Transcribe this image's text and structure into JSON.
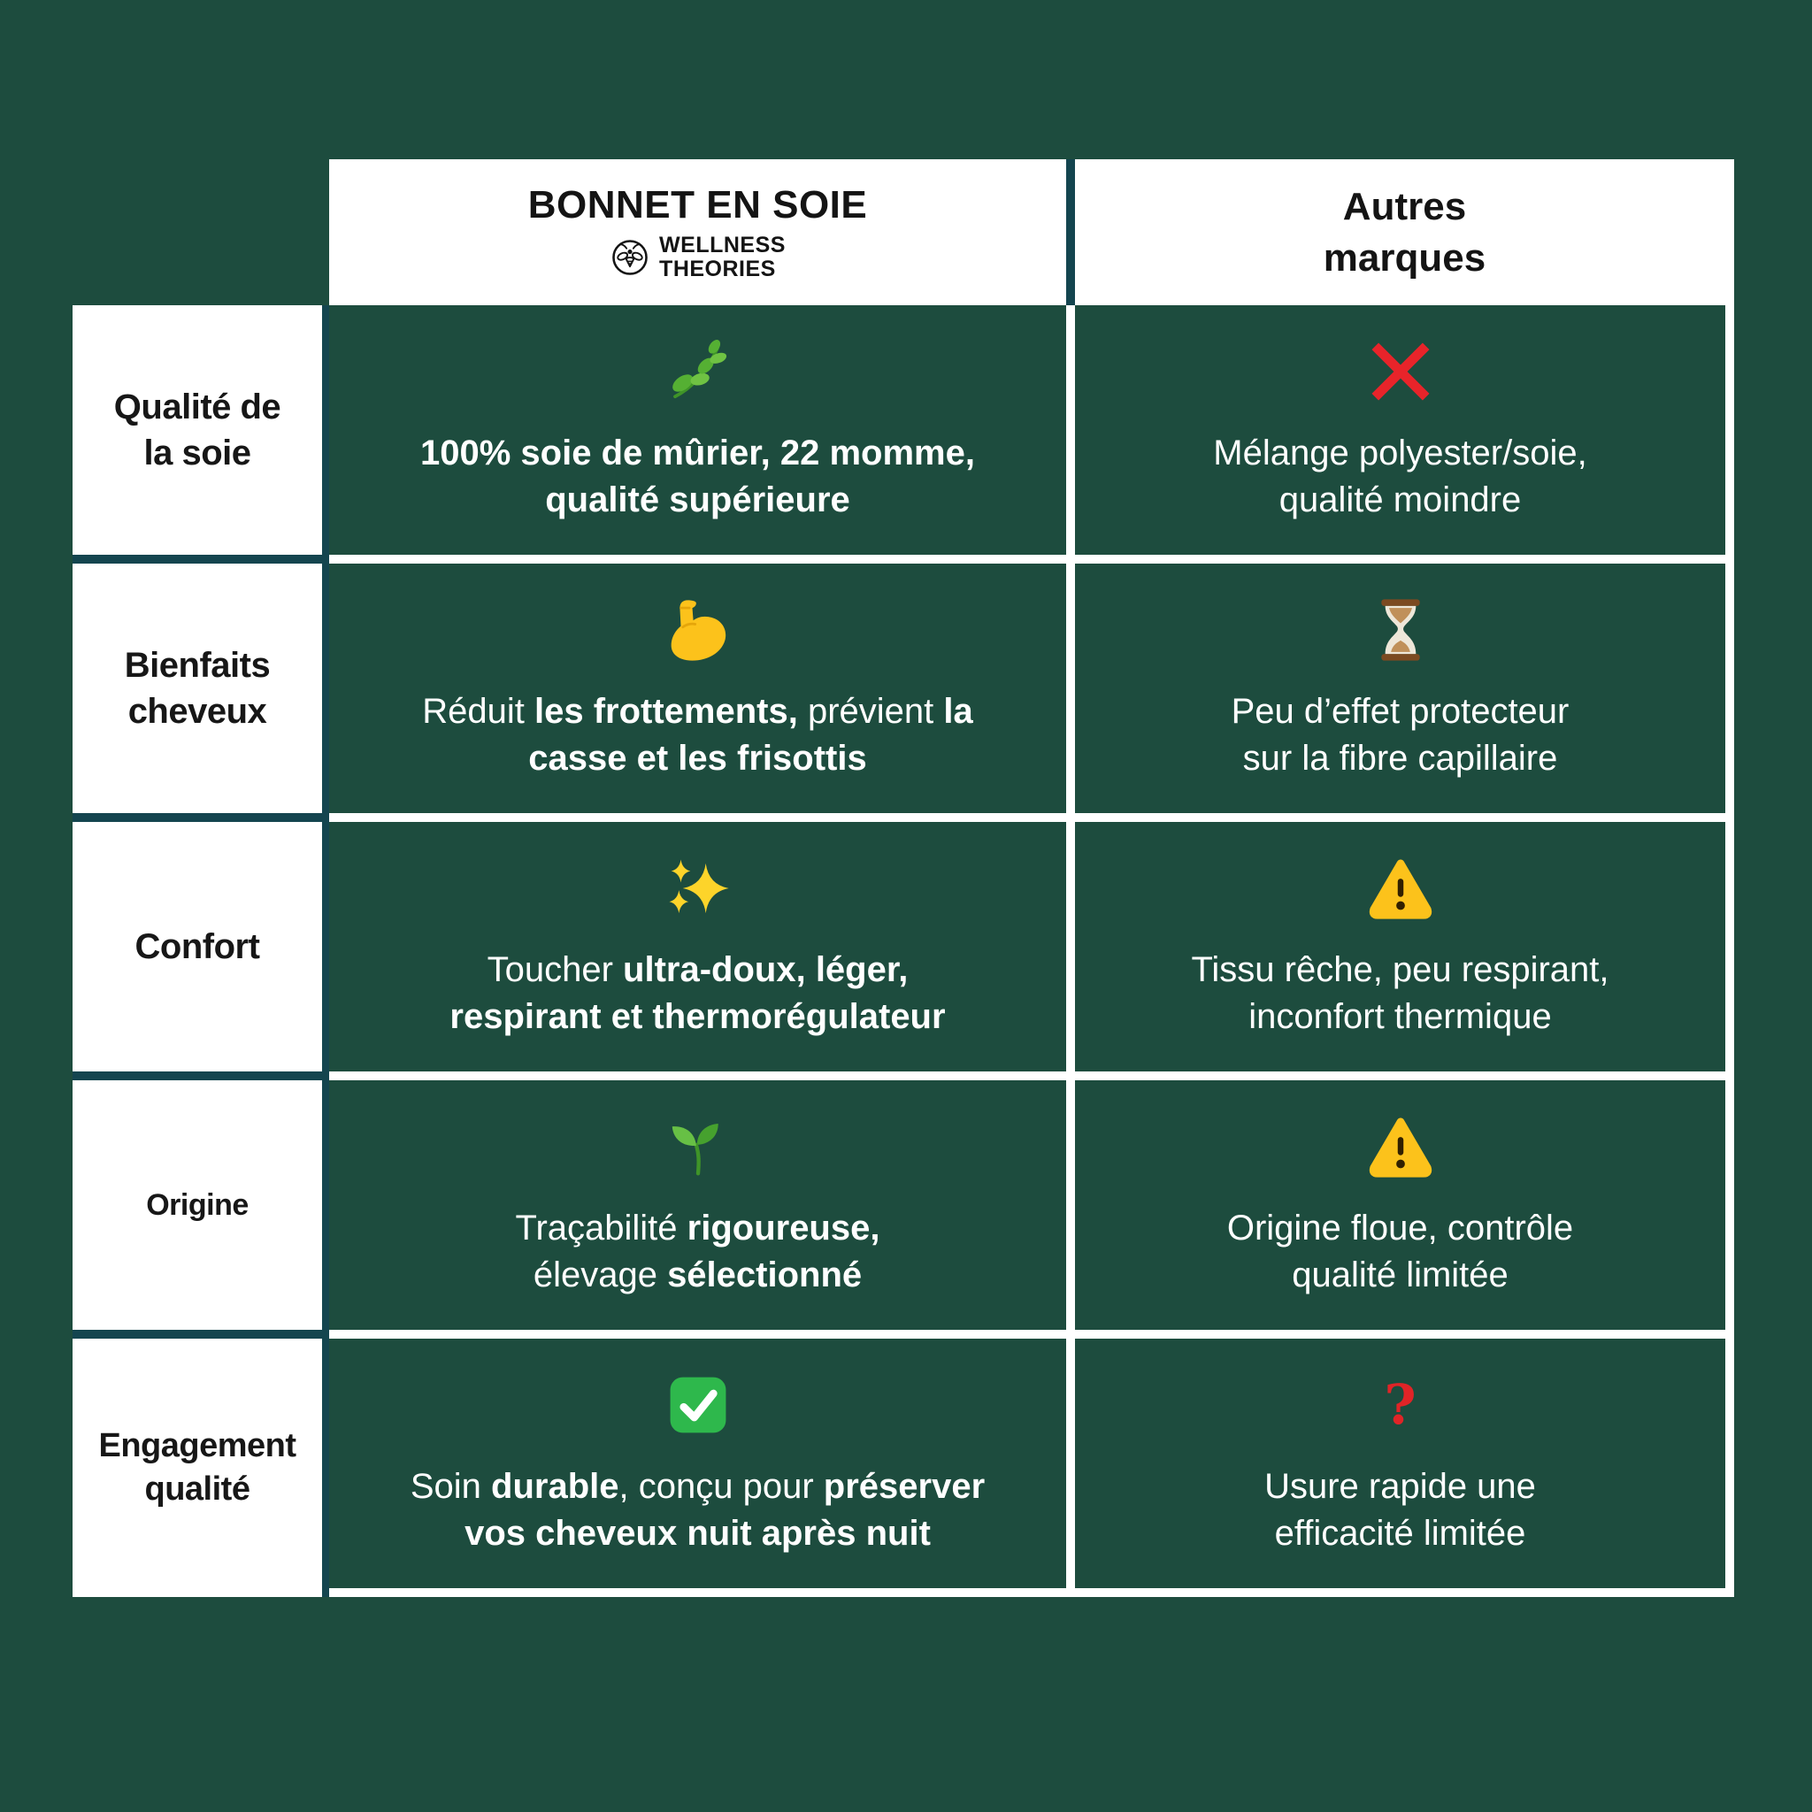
{
  "table": {
    "header": {
      "product_title": "BONNET EN SOIE",
      "brand_line1": "WELLNESS",
      "brand_line2": "THEORIES",
      "brand_logo_icon": "bee-logo-icon",
      "others_title": "Autres\nmarques"
    },
    "rows": [
      {
        "label": "Qualité de\nla soie",
        "product": {
          "icon": "herb-icon",
          "segments": [
            {
              "t": "100% soie de mûrier, 22 momme,",
              "b": true
            },
            {
              "br": true
            },
            {
              "t": "qualité supérieure",
              "b": true
            }
          ]
        },
        "others": {
          "icon": "cross-mark-icon",
          "text": "Mélange polyester/soie,\nqualité moindre"
        }
      },
      {
        "label": "Bienfaits\ncheveux",
        "product": {
          "icon": "flexed-biceps-icon",
          "segments": [
            {
              "t": "Réduit ",
              "b": false
            },
            {
              "t": "les frottements,",
              "b": true
            },
            {
              "t": " prévient ",
              "b": false
            },
            {
              "t": "la",
              "b": true
            },
            {
              "br": true
            },
            {
              "t": "casse et les frisottis",
              "b": true
            }
          ]
        },
        "others": {
          "icon": "hourglass-icon",
          "text": "Peu d’effet protecteur\nsur la fibre capillaire"
        }
      },
      {
        "label": "Confort",
        "product": {
          "icon": "sparkles-icon",
          "segments": [
            {
              "t": "Toucher ",
              "b": false
            },
            {
              "t": "ultra-doux, léger,",
              "b": true
            },
            {
              "br": true
            },
            {
              "t": "respirant et thermorégulateur",
              "b": true
            }
          ]
        },
        "others": {
          "icon": "warning-icon",
          "text": "Tissu rêche, peu respirant,\ninconfort thermique"
        }
      },
      {
        "label": "Origine",
        "product": {
          "icon": "seedling-icon",
          "segments": [
            {
              "t": "Traçabilité ",
              "b": false
            },
            {
              "t": "rigoureuse,",
              "b": true
            },
            {
              "br": true
            },
            {
              "t": "élevage ",
              "b": false
            },
            {
              "t": "sélectionné",
              "b": true
            }
          ]
        },
        "others": {
          "icon": "warning-icon",
          "text": "Origine floue, contrôle\nqualité limitée"
        }
      },
      {
        "label": "Engagement\nqualité",
        "product": {
          "icon": "check-mark-icon",
          "segments": [
            {
              "t": "Soin ",
              "b": false
            },
            {
              "t": "durable",
              "b": true
            },
            {
              "t": ", conçu pour ",
              "b": false
            },
            {
              "t": "préserver",
              "b": true
            },
            {
              "br": true
            },
            {
              "t": "vos cheveux nuit après nuit",
              "b": true
            }
          ]
        },
        "others": {
          "icon": "question-mark-icon",
          "icon_text": "?",
          "text": "Usure rapide une\nefficacité limitée"
        }
      }
    ],
    "colors": {
      "background_green": "#1d4c3e",
      "divider_teal": "#14454f",
      "cell_white": "#ffffff",
      "text_dark": "#171717",
      "text_light": "#ffffff",
      "cross_red": "#e8242a",
      "warning_yellow": "#fcc21b",
      "check_green": "#2eb84c",
      "question_red": "#e02427",
      "leaf_green": "#55b033"
    }
  }
}
